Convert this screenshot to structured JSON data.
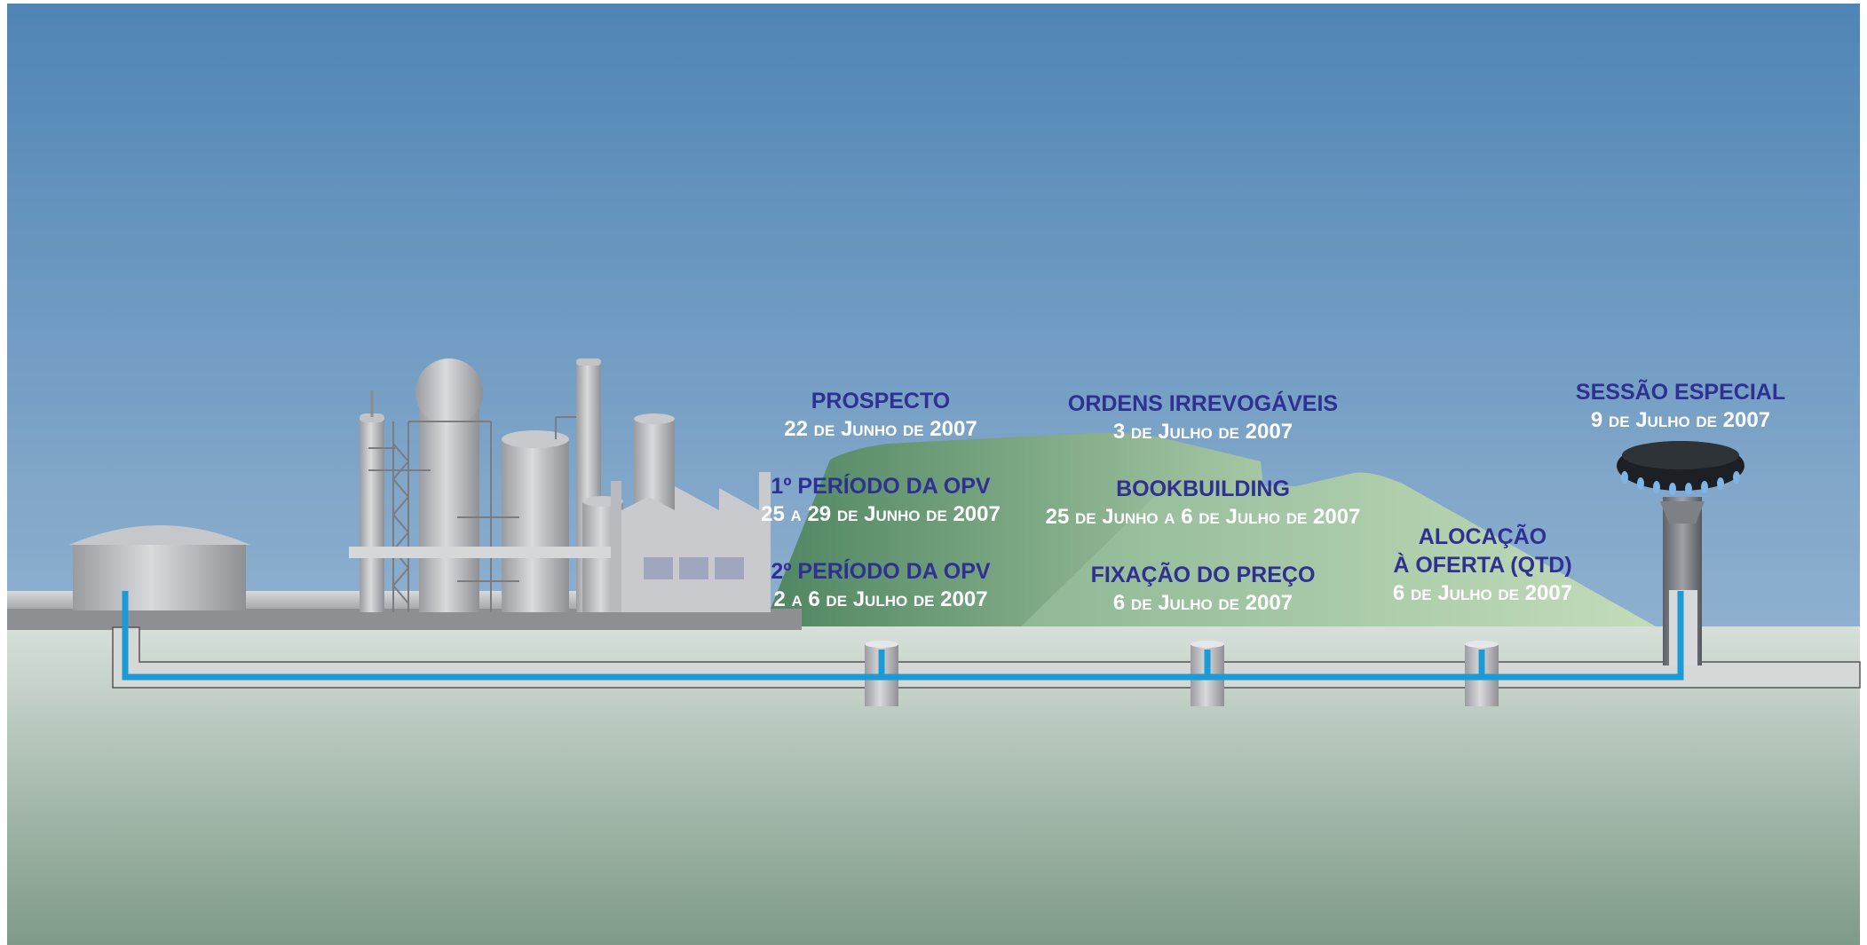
{
  "milestones": {
    "prospecto": {
      "title": "PROSPECTO",
      "date": "22 de Junho de 2007"
    },
    "periodo1": {
      "title": "1º PERÍODO DA OPV",
      "date": "25 a 29 de Junho de 2007"
    },
    "periodo2": {
      "title": "2º PERÍODO DA OPV",
      "date": "2 a 6 de Julho de 2007"
    },
    "ordens": {
      "title": "ORDENS IRREVOGÁVEIS",
      "date": "3 de Julho de 2007"
    },
    "bookbuilding": {
      "title": "BOOKBUILDING",
      "date": "25 de Junho a 6 de Julho de 2007"
    },
    "fixacao": {
      "title": "FIXAÇÃO DO PREÇO",
      "date": "6 de Julho de 2007"
    },
    "alocacao": {
      "title_line1": "ALOCAÇÃO",
      "title_line2": "À OFERTA (QTD)",
      "date": "6 de Julho de 2007"
    },
    "sessao": {
      "title": "SESSÃO ESPECIAL",
      "date": "9 de Julho de 2007"
    }
  },
  "colors": {
    "title": "#2e3192",
    "date": "#ffffff",
    "pipe": "#1b9ad6",
    "sky_top": "#4f85b5",
    "ground": "#aebfb3"
  }
}
